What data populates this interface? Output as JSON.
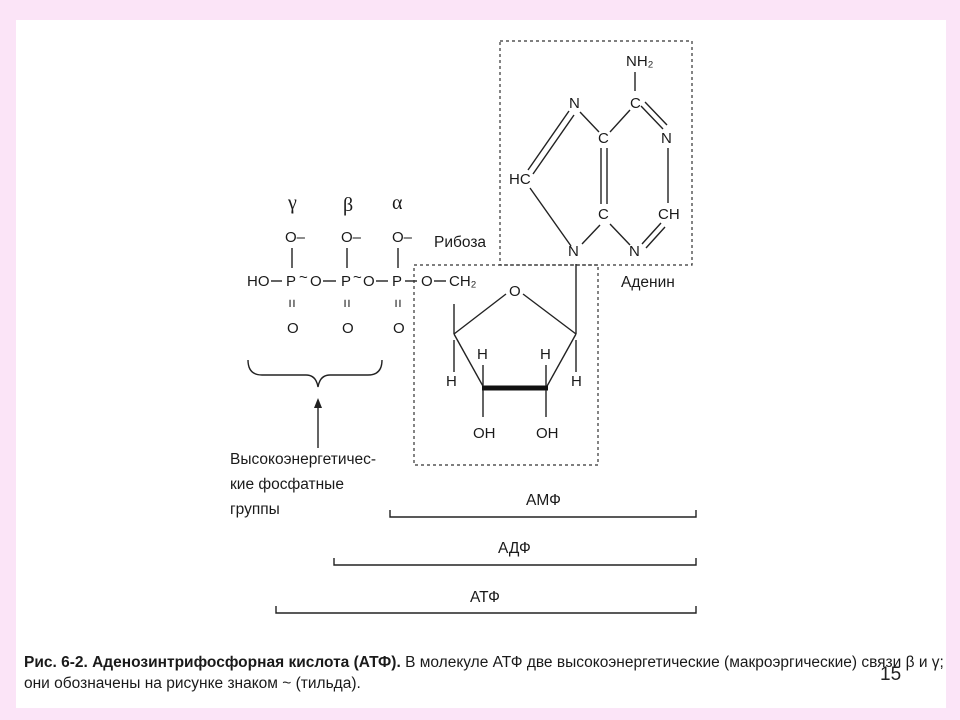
{
  "phosphates": {
    "gamma": "γ",
    "beta": "β",
    "alpha": "α",
    "o_minus": "O–",
    "ho": "HO",
    "p": "P",
    "o": "O",
    "tilde": "~",
    "double_bond": "=",
    "ch2": "CH₂"
  },
  "ribose": {
    "label": "Рибоза",
    "ring_o": "O",
    "h": "H",
    "oh": "OH"
  },
  "adenine": {
    "label": "Аденин",
    "nh2": "NH₂",
    "n": "N",
    "c": "C",
    "hc": "HC",
    "ch": "CH"
  },
  "high_energy_label": [
    "Высокоэнергетичес-",
    "кие фосфатные",
    "группы"
  ],
  "brackets": {
    "amp": "АМФ",
    "adp": "АДФ",
    "atp": "АТФ"
  },
  "caption": {
    "bold": "Рис. 6-2. Аденозинтрифосфорная кислота (АТФ).",
    "line1_rest": " В молекуле АТФ две высокоэнергетические (макроэргические) связи β и γ;",
    "line2": "они обозначены на рисунке знаком ~ (тильда)."
  },
  "page_number": "15"
}
